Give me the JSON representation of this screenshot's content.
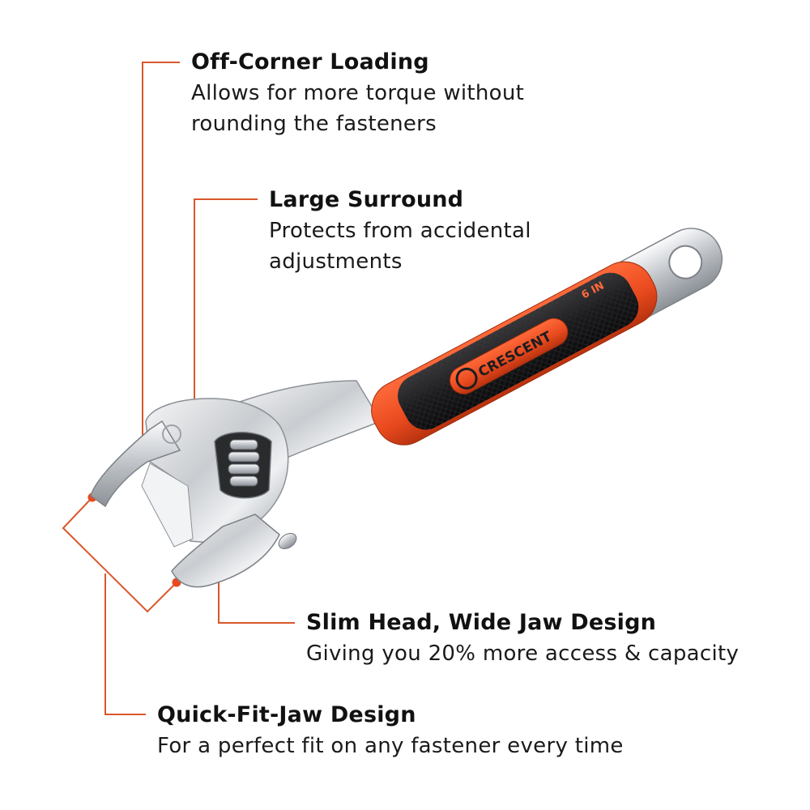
{
  "callouts": {
    "off_corner": {
      "title": "Off-Corner Loading",
      "desc_line1": "Allows for more torque without",
      "desc_line2": "rounding the fasteners"
    },
    "large_surround": {
      "title": "Large Surround",
      "desc_line1": "Protects from accidental",
      "desc_line2": "adjustments"
    },
    "slim_head": {
      "title": "Slim Head, Wide Jaw Design",
      "desc_line1": "Giving you 20% more access & capacity"
    },
    "quick_fit": {
      "title": "Quick-Fit-Jaw Design",
      "desc_line1": "For a perfect fit on any fastener every time"
    }
  },
  "wrench": {
    "brand": "CRESCENT",
    "size_label": "6 IN"
  },
  "colors": {
    "accent": "#e8491e",
    "leader": "#d9572b",
    "handle_dark": "#1d1d1f",
    "chrome": "#d7d9dc"
  }
}
